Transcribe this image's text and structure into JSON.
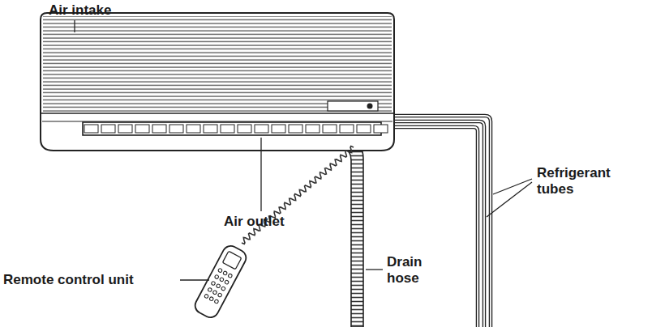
{
  "diagram": {
    "labels": [
      "Air intake",
      "Refrigerant tubes",
      "Air outlet",
      "Drain hose",
      "Remote control unit"
    ]
  }
}
